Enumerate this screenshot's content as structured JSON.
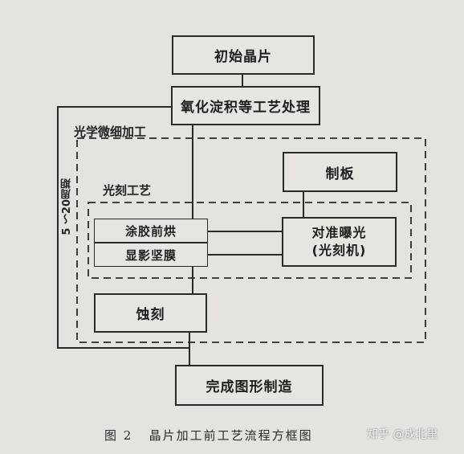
{
  "diagram": {
    "boxes": {
      "initial_wafer": "初始晶片",
      "oxidation": "氧化淀积等工艺处理",
      "plate_making": "制板",
      "coating": "涂胶前烘",
      "develop": "显影坚膜",
      "exposure_line1": "对准曝光",
      "exposure_line2": "(光刻机)",
      "etching": "蚀刻",
      "finish": "完成图形制造"
    },
    "regions": {
      "optical_micro": "光学微细加工",
      "lithography": "光刻工艺",
      "cycle": "5 ～20周期"
    },
    "caption": "图 2   晶片加工前工艺流程方框图",
    "watermark": "知乎 @成北里"
  }
}
